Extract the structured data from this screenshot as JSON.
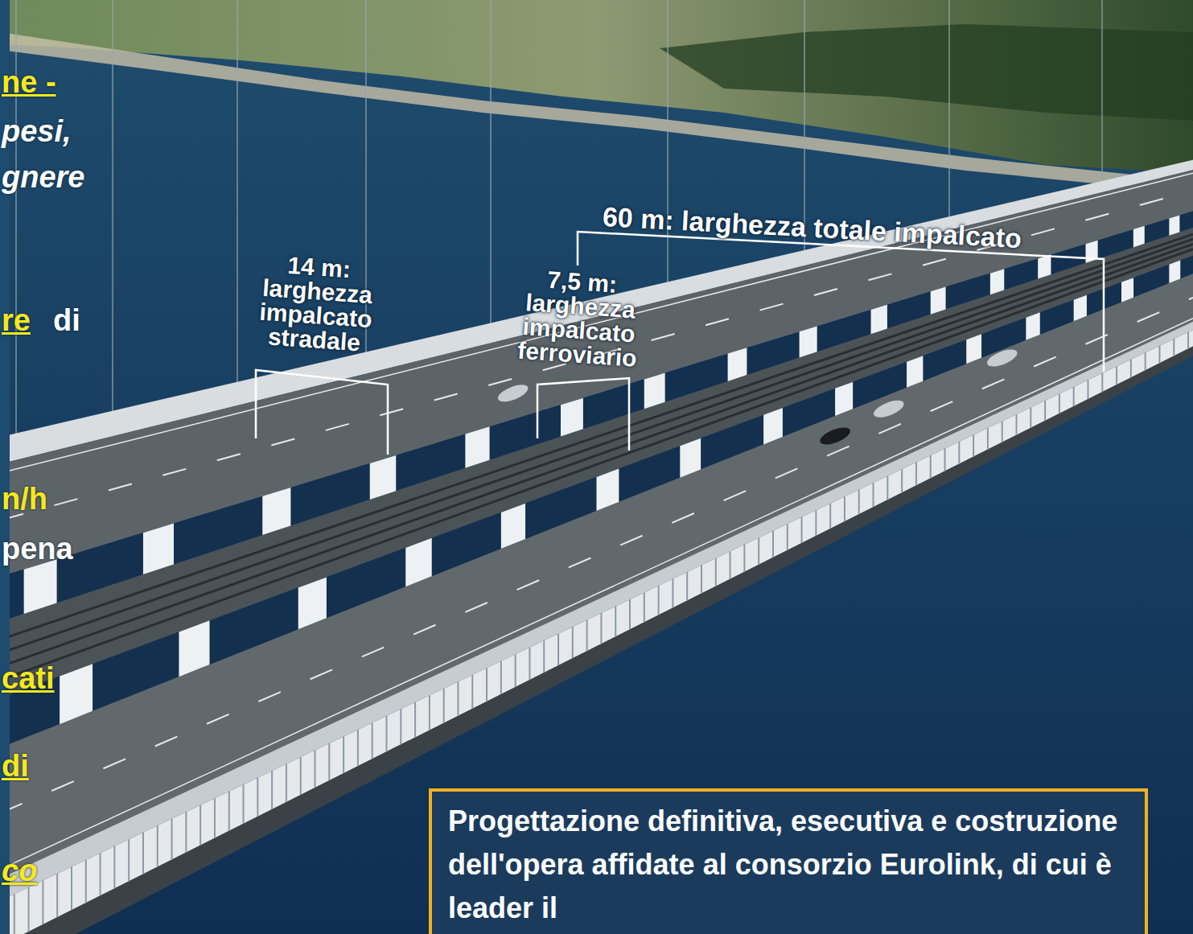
{
  "diagram": {
    "nodes": [
      {
        "text": [
          "Progettazione definitiva, esecutiva e costruzione dell'opera affidate al consorzio Eurolink, di cui è leader il"
        ]
      }
    ],
    "labels": [
      "60 m: larghezza totale impalcato",
      "14 m: larghezza impalcato stradale",
      "7,5 m: larghezza impalcato ferroviario",
      "ne -",
      "pesi,",
      "gnere",
      "re",
      "di",
      "n/h",
      "pena",
      "cati",
      "di",
      "co"
    ]
  }
}
